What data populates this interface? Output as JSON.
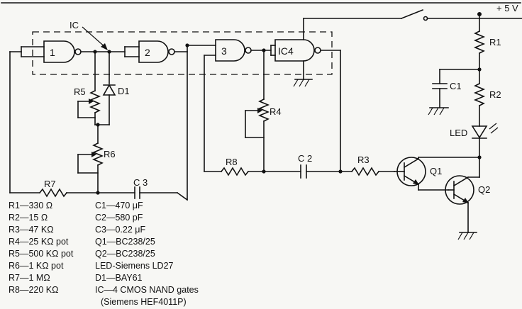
{
  "labels": {
    "supply": "+ 5 V",
    "ic": "IC",
    "gate1": "1",
    "gate2": "2",
    "gate3": "3",
    "gate4": "IC4",
    "r1": "R1",
    "r2": "R2",
    "r3": "R3",
    "r4": "R4",
    "r5": "R5",
    "r6": "R6",
    "r7": "R7",
    "r8": "R8",
    "c1": "C1",
    "c2": "C 2",
    "c3": "C 3",
    "d1": "D1",
    "led": "LED",
    "q1": "Q1",
    "q2": "Q2"
  },
  "parts_left": [
    "R1—330 Ω",
    "R2—15 Ω",
    "R3—47 KΩ",
    "R4—25 KΩ pot",
    "R5—500 KΩ pot",
    "R6—1 KΩ pot",
    "R7—1 MΩ",
    "R8—220 KΩ"
  ],
  "parts_right": [
    "C1—470 μF",
    "C2—580 pF",
    "C3—0.22 μF",
    "Q1—BC238/25",
    "Q2—BC238/25",
    "LED-Siemens LD27",
    "D1—BAY61",
    "IC—4 CMOS NAND gates",
    "(Siemens HEF4011P)"
  ]
}
